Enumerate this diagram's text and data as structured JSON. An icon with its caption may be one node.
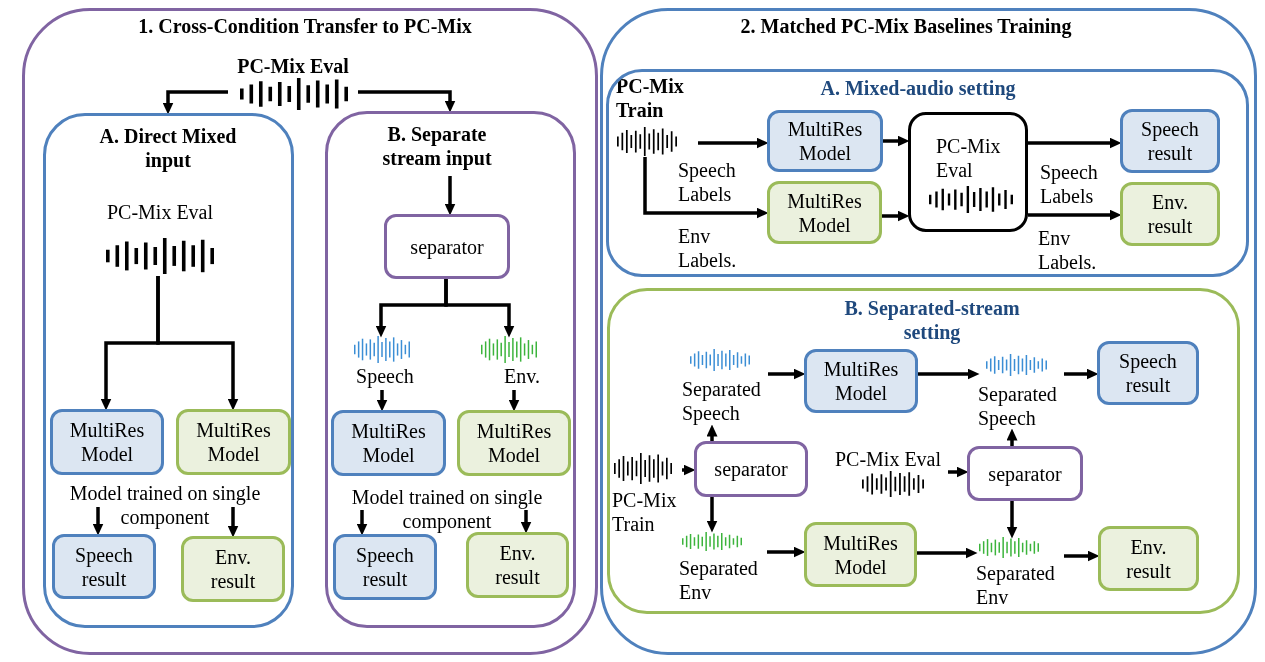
{
  "diagram": {
    "nodes": [
      {
        "text": [
          "1. Cross-Condition Transfer to PC-Mix"
        ]
      },
      {
        "text": [
          "PC-Mix Eval"
        ],
        "in": 0
      },
      {
        "text": [
          "A. Direct Mixed input"
        ],
        "in": 0
      },
      {
        "text": [
          "PC-Mix Eval"
        ],
        "in": 2
      },
      {
        "text": [
          "MultiRes Model"
        ],
        "in": 2
      },
      {
        "text": [
          "MultiRes Model"
        ],
        "in": 2
      },
      {
        "text": [
          "Speech result"
        ],
        "in": 2
      },
      {
        "text": [
          "Env. result"
        ],
        "in": 2
      },
      {
        "text": [
          "B. Separate stream input"
        ],
        "in": 0
      },
      {
        "text": [
          "separator"
        ],
        "in": 8
      },
      {
        "text": [
          "Speech"
        ],
        "in": 8
      },
      {
        "text": [
          "Env."
        ],
        "in": 8
      },
      {
        "text": [
          "MultiRes Model"
        ],
        "in": 8
      },
      {
        "text": [
          "MultiRes Model"
        ],
        "in": 8
      },
      {
        "text": [
          "Speech result"
        ],
        "in": 8
      },
      {
        "text": [
          "Env. result"
        ],
        "in": 8
      },
      {
        "text": [
          "2. Matched PC-Mix Baselines Training"
        ]
      },
      {
        "text": [
          "A. Mixed-audio setting"
        ],
        "in": 16
      },
      {
        "text": [
          "PC-Mix Train"
        ],
        "in": 17
      },
      {
        "text": [
          "MultiRes Model"
        ],
        "in": 17
      },
      {
        "text": [
          "MultiRes Model"
        ],
        "in": 17
      },
      {
        "text": [
          "PC-Mix Eval"
        ],
        "in": 17
      },
      {
        "text": [
          "Speech result"
        ],
        "in": 17
      },
      {
        "text": [
          "Env. result"
        ],
        "in": 17
      },
      {
        "text": [
          "B. Separated-stream setting"
        ],
        "in": 16
      },
      {
        "text": [
          "Separated Speech"
        ],
        "in": 24
      },
      {
        "text": [
          "MultiRes Model"
        ],
        "in": 24
      },
      {
        "text": [
          "Separated Speech"
        ],
        "in": 24
      },
      {
        "text": [
          "Speech result"
        ],
        "in": 24
      },
      {
        "text": [
          "PC-Mix Train"
        ],
        "in": 24
      },
      {
        "text": [
          "separator"
        ],
        "in": 24
      },
      {
        "text": [
          "PC-Mix Eval"
        ],
        "in": 24
      },
      {
        "text": [
          "separator"
        ],
        "in": 24
      },
      {
        "text": [
          "Separated Env"
        ],
        "in": 24
      },
      {
        "text": [
          "MultiRes Model"
        ],
        "in": 24
      },
      {
        "text": [
          "Separated Env"
        ],
        "in": 24
      },
      {
        "text": [
          "Env. result"
        ],
        "in": 24
      },
      {
        "text": [
          "Model trained on single component"
        ],
        "in": 2
      },
      {
        "text": [
          "Model trained on single component"
        ],
        "in": 8
      }
    ],
    "edges": [
      {
        "from": 1,
        "to": 2,
        "arrow": "to"
      },
      {
        "from": 1,
        "to": 8,
        "arrow": "to"
      },
      {
        "from": 3,
        "to": 4,
        "arrow": "to"
      },
      {
        "from": 3,
        "to": 5,
        "arrow": "to"
      },
      {
        "from": null,
        "to": 9,
        "arrow": "to"
      },
      {
        "from": 9,
        "to": 10,
        "arrow": "to"
      },
      {
        "from": 9,
        "to": 11,
        "arrow": "to"
      },
      {
        "from": 10,
        "to": 12,
        "arrow": "to"
      },
      {
        "from": 11,
        "to": 13,
        "arrow": "to"
      },
      {
        "from": 37,
        "to": 6,
        "arrow": "to"
      },
      {
        "from": 37,
        "to": 7,
        "arrow": "to"
      },
      {
        "from": 38,
        "to": 14,
        "arrow": "to"
      },
      {
        "from": 38,
        "to": 15,
        "arrow": "to"
      },
      {
        "from": 18,
        "to": 19,
        "arrow": "to",
        "label": "Speech Labels"
      },
      {
        "from": 18,
        "to": 20,
        "arrow": "to",
        "label": "Env Labels."
      },
      {
        "from": 19,
        "to": 21,
        "arrow": "to"
      },
      {
        "from": 20,
        "to": 21,
        "arrow": "to"
      },
      {
        "from": 21,
        "to": 22,
        "arrow": "to",
        "label": "Speech Labels"
      },
      {
        "from": 21,
        "to": 23,
        "arrow": "to",
        "label": "Env Labels."
      },
      {
        "from": 29,
        "to": 30,
        "arrow": "to"
      },
      {
        "from": 30,
        "to": 25,
        "arrow": "to"
      },
      {
        "from": 30,
        "to": 33,
        "arrow": "to"
      },
      {
        "from": 25,
        "to": 26,
        "arrow": "to"
      },
      {
        "from": 33,
        "to": 34,
        "arrow": "to"
      },
      {
        "from": 26,
        "to": 27,
        "arrow": "to"
      },
      {
        "from": 34,
        "to": 35,
        "arrow": "to"
      },
      {
        "from": 31,
        "to": 32,
        "arrow": "to"
      },
      {
        "from": 32,
        "to": 27,
        "arrow": "to"
      },
      {
        "from": 32,
        "to": 35,
        "arrow": "to"
      },
      {
        "from": 27,
        "to": 28,
        "arrow": "to"
      },
      {
        "from": 35,
        "to": 36,
        "arrow": "to"
      }
    ]
  }
}
